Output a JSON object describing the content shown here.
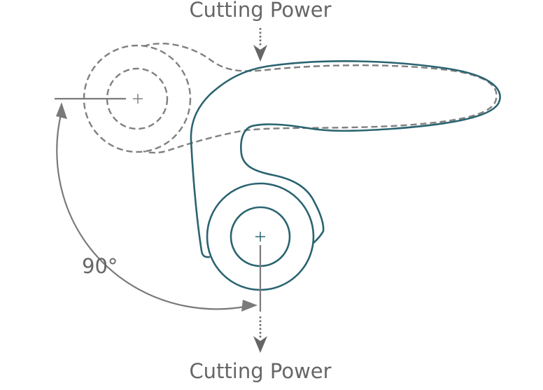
{
  "labels": {
    "top_force": "Cutting Power",
    "bottom_force": "Cutting Power",
    "angle": "90°"
  },
  "colors": {
    "final_position": "#2a6470",
    "initial_position": "#808080",
    "annotation": "#7a7a7a"
  }
}
